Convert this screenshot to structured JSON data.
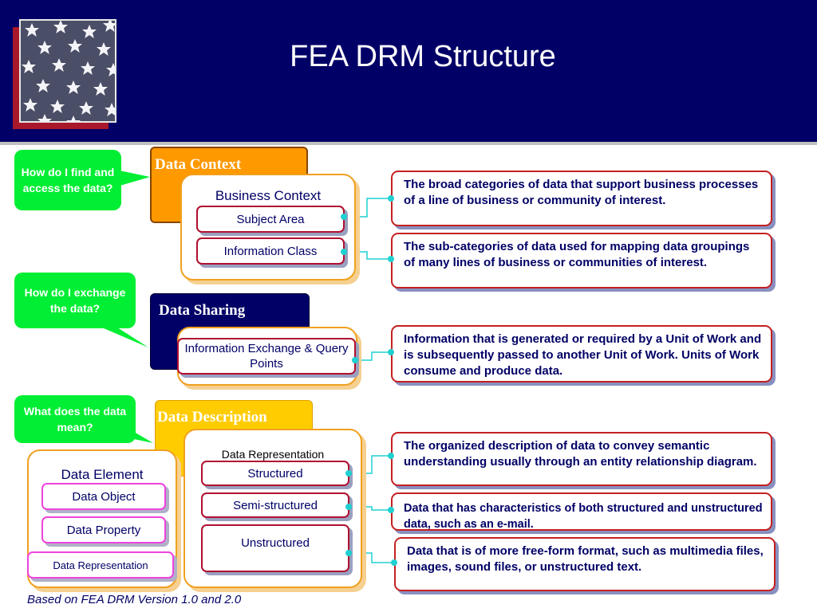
{
  "title": "FEA DRM Structure",
  "footnote": "Based on FEA DRM Version 1.0 and 2.0",
  "colors": {
    "header": "#000066",
    "bubble": "#00ee33",
    "data_context": "#ff9900",
    "data_sharing": "#000066",
    "data_description": "#ffcc00",
    "connector": "#20d0d0"
  },
  "bubbles": {
    "find": "How do I find and access the data?",
    "exchange": "How do I exchange the data?",
    "mean": "What does the data mean?"
  },
  "context": {
    "folder": "Data Context",
    "group": "Business Context",
    "subject_area": "Subject Area",
    "information_class": "Information Class"
  },
  "sharing": {
    "folder": "Data Sharing",
    "exchange": "Information Exchange & Query Points"
  },
  "description": {
    "folder": "Data Description",
    "group": "Data Representation",
    "structured": "Structured",
    "semi_structured": "Semi-structured",
    "unstructured": "Unstructured",
    "element": {
      "title": "Data Element",
      "object": "Data Object",
      "property": "Data Property",
      "representation": "Data Representation"
    }
  },
  "descriptions": {
    "subject_area": "The broad categories of data that support business processes of a line of business or community of interest.",
    "information_class": "The sub-categories of data used for mapping data groupings of many lines of business or communities of interest.",
    "exchange": "Information that is generated or required by a Unit of Work and is subsequently passed to another Unit of Work.  Units of Work consume and produce data.",
    "structured": "The organized description of data to convey semantic understanding usually through an entity relationship diagram.",
    "semi_structured": "Data that has characteristics of both structured and unstructured data, such as an e-mail.",
    "unstructured": "Data that is of more free-form format, such as multimedia files, images, sound files, or unstructured text."
  }
}
